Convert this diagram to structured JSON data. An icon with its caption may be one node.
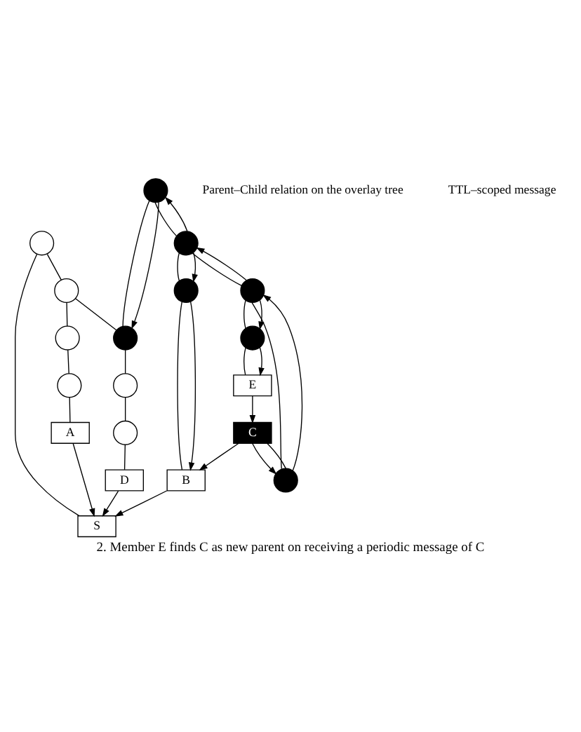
{
  "diagram": {
    "caption": "2. Member E finds C as new parent on receiving a periodic message of C",
    "nodes": [
      {
        "text": [],
        "shape": "circle"
      },
      {
        "text": [
          "S"
        ]
      },
      {
        "text": [],
        "shape": "circle"
      },
      {
        "text": [
          "A"
        ]
      },
      {
        "text": [],
        "shape": "circle"
      },
      {
        "text": [],
        "shape": "circle"
      },
      {
        "text": [],
        "shape": "circle"
      },
      {
        "text": [],
        "shape": "circle"
      },
      {
        "text": [
          "B"
        ]
      },
      {
        "text": [],
        "shape": "circle"
      },
      {
        "text": [],
        "shape": "circle"
      },
      {
        "text": [],
        "shape": "circle"
      },
      {
        "text": [],
        "shape": "circle"
      },
      {
        "text": [],
        "shape": "circle"
      },
      {
        "text": [],
        "shape": "circle"
      },
      {
        "text": [
          "D"
        ]
      },
      {
        "text": [
          "C"
        ]
      },
      {
        "text": [],
        "shape": "circle"
      },
      {
        "text": [
          "E"
        ]
      }
    ],
    "edges": [
      {
        "from": 0,
        "to": 1,
        "arrow": "none"
      },
      {
        "from": 0,
        "to": 2,
        "arrow": "none"
      },
      {
        "from": 2,
        "to": 4,
        "arrow": "none"
      },
      {
        "from": 4,
        "to": 5,
        "arrow": "none"
      },
      {
        "from": 5,
        "to": 3,
        "arrow": "none"
      },
      {
        "from": 2,
        "to": 7,
        "arrow": "none"
      },
      {
        "from": 6,
        "to": 7,
        "arrow": "none"
      },
      {
        "from": 6,
        "to": 10,
        "arrow": "none"
      },
      {
        "from": 10,
        "to": 9,
        "arrow": "none"
      },
      {
        "from": 9,
        "to": 8,
        "arrow": "none"
      },
      {
        "from": 10,
        "to": 13,
        "arrow": "none"
      },
      {
        "from": 13,
        "to": 12,
        "arrow": "none"
      },
      {
        "from": 12,
        "to": 16,
        "arrow": "none"
      },
      {
        "from": 13,
        "to": 17,
        "arrow": "none"
      },
      {
        "from": 17,
        "to": 18,
        "arrow": "none"
      },
      {
        "from": 7,
        "to": 11,
        "arrow": "none"
      },
      {
        "from": 11,
        "to": 14,
        "arrow": "none"
      },
      {
        "from": 14,
        "to": 15,
        "arrow": "none"
      },
      {
        "from": 8,
        "to": 1,
        "arrow": "to"
      },
      {
        "from": 3,
        "to": 1,
        "arrow": "to"
      },
      {
        "from": 15,
        "to": 1,
        "arrow": "to"
      },
      {
        "from": 16,
        "to": 8,
        "arrow": "to"
      },
      {
        "from": 18,
        "to": 16,
        "arrow": "to"
      },
      {
        "from": 12,
        "to": 13,
        "arrow": "to"
      },
      {
        "from": 16,
        "to": 12,
        "arrow": "to"
      },
      {
        "from": 13,
        "to": 10,
        "arrow": "to"
      },
      {
        "from": 10,
        "to": 6,
        "arrow": "to"
      },
      {
        "from": 6,
        "to": 7,
        "arrow": "to"
      },
      {
        "from": 10,
        "to": 9,
        "arrow": "to"
      },
      {
        "from": 9,
        "to": 8,
        "arrow": "to"
      },
      {
        "from": 13,
        "to": 17,
        "arrow": "to"
      },
      {
        "from": 17,
        "to": 18,
        "arrow": "to"
      }
    ],
    "legend": [
      {
        "text": "Parent–Child relation on the overlay tree"
      },
      {
        "text": "TTL–scoped message"
      }
    ]
  }
}
